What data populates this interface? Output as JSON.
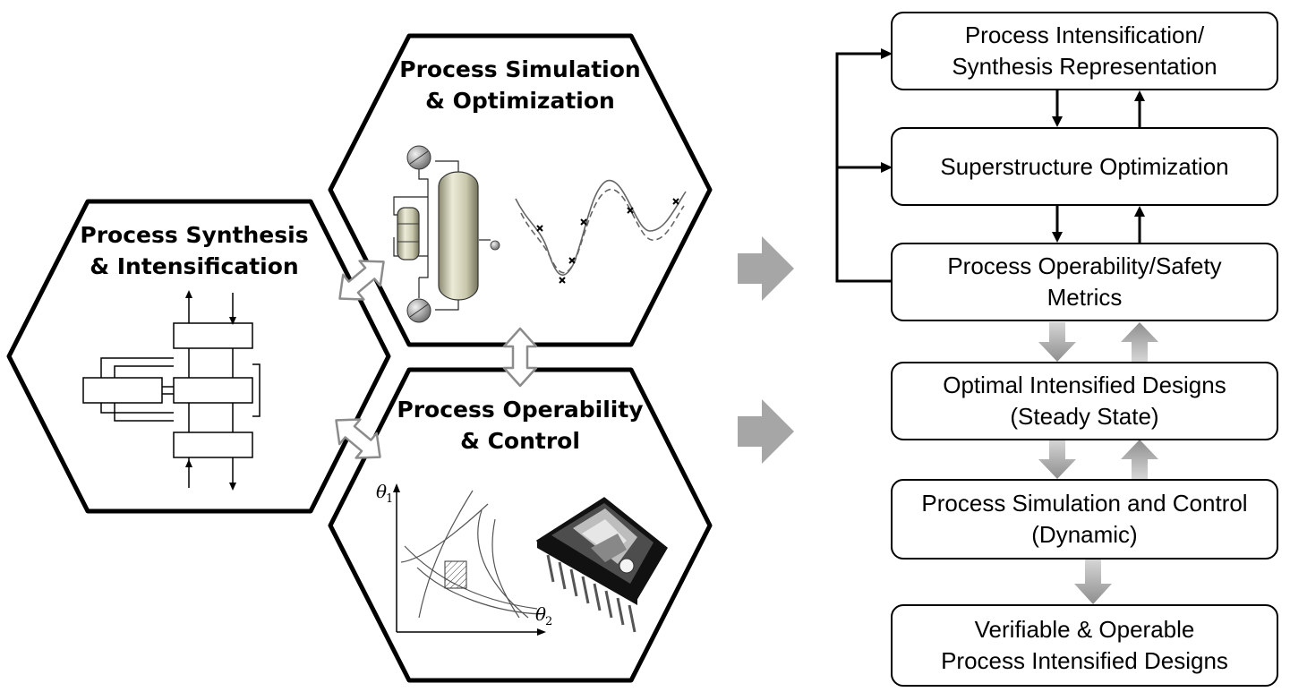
{
  "hexagons": {
    "synthesis": {
      "title_line1": "Process Synthesis",
      "title_line2": "& Intensification"
    },
    "simulation": {
      "title_line1": "Process Simulation",
      "title_line2": "& Optimization"
    },
    "operability": {
      "title_line1": "Process Operability",
      "title_line2": "& Control",
      "axis_y_symbol": "θ",
      "axis_y_sub": "1",
      "axis_x_symbol": "θ",
      "axis_x_sub": "2"
    }
  },
  "flow": {
    "box1": {
      "line1": "Process Intensification/",
      "line2": "Synthesis Representation"
    },
    "box2": {
      "line1": "Superstructure Optimization"
    },
    "box3": {
      "line1": "Process Operability/Safety",
      "line2": "Metrics"
    },
    "box4": {
      "line1": "Optimal Intensified Designs",
      "line2": "(Steady State)"
    },
    "box5": {
      "line1": "Process Simulation and Control",
      "line2": "(Dynamic)"
    },
    "box6": {
      "line1": "Verifiable & Operable",
      "line2": "Process Intensified Designs"
    }
  },
  "colors": {
    "outline": "#000000",
    "gray_arrow": "#a6a6a6",
    "column": "#d9d9c4"
  }
}
